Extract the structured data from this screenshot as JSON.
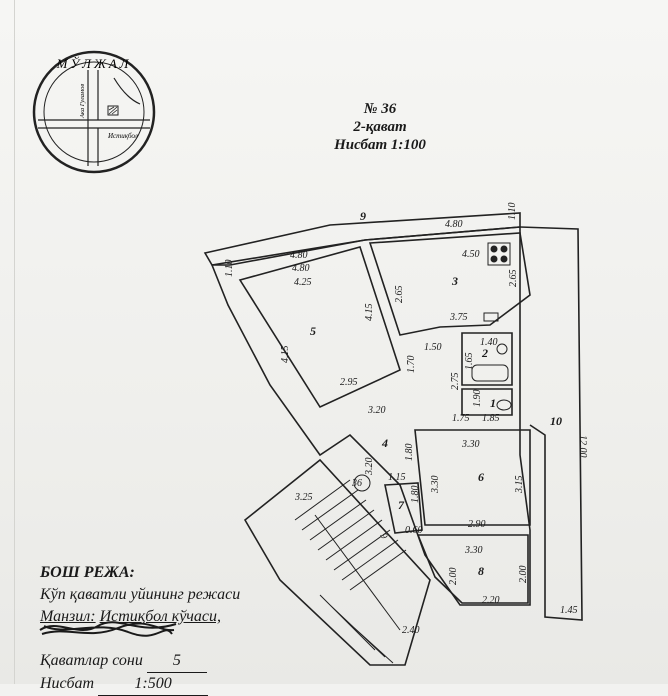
{
  "logo": {
    "brand": "МЎЛЖАЛ",
    "street_vertical": "Ака Гуламов",
    "street_horizontal": "Истиқбол"
  },
  "header": {
    "number": "№ 36",
    "floor": "2-қават",
    "scale": "Нисбат 1:100"
  },
  "plan": {
    "rooms": [
      "9",
      "3",
      "5",
      "2",
      "1",
      "10",
      "4",
      "6",
      "7",
      "8"
    ],
    "dimensions": [
      "4.80",
      "1.10",
      "9",
      "4.80",
      "4.50",
      "1.10",
      "4.80",
      "4.25",
      "2.65",
      "2.65",
      "4.15",
      "4.15",
      "3.75",
      "1.50",
      "1.40",
      "1.65",
      "1.70",
      "2.75",
      "2.95",
      "3.20",
      "1.75",
      "1.90",
      "1.85",
      "12.00",
      "3.30",
      "3.15",
      "3.30",
      "3.20",
      "1.80",
      "1.15",
      "1.80",
      "0.60",
      "2.90",
      "3.25",
      "3.30",
      "2.00",
      "2.00",
      "2.20",
      "1.45",
      "2.40"
    ],
    "stair_mark": "36"
  },
  "legend": {
    "title": "БОШ РЕЖА:",
    "line1": "Кўп қаватли уйининг режаси",
    "address_label": "Манзил:",
    "address_value": "Истиқбол кўчаси,",
    "floors_label": "Қаватлар сони",
    "floors_value": "5",
    "scale_label": "Нисбат",
    "scale_value": "1:500"
  }
}
